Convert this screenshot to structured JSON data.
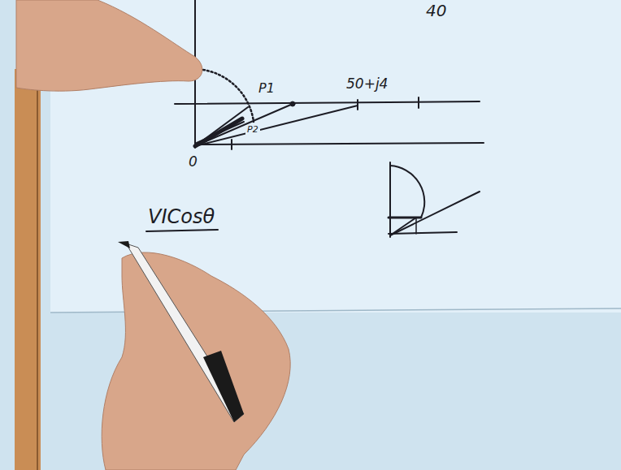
{
  "diagram": {
    "labels": [
      "40",
      "P1",
      "P2",
      "50+j4",
      "0",
      "VICosθ"
    ]
  }
}
